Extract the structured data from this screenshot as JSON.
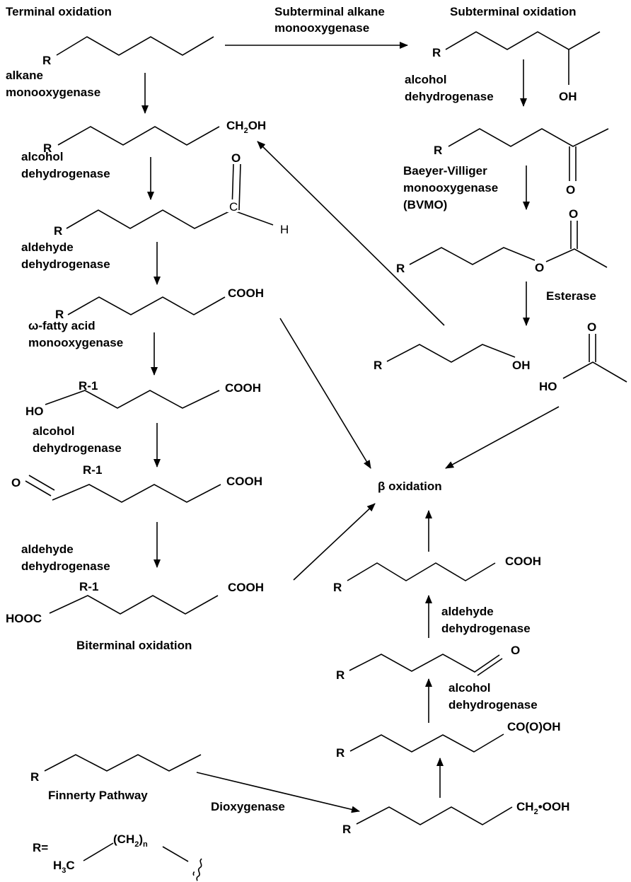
{
  "labels": {
    "terminal_oxidation": "Terminal oxidation",
    "subterminal_alkane_mono_1": "Subterminal alkane",
    "subterminal_alkane_mono_2": "monooxygenase",
    "subterminal_oxidation": "Subterminal oxidation",
    "alkane_mono_1": "alkane",
    "alkane_mono_2": "monooxygenase",
    "adh1_1": "alcohol",
    "adh1_2": "dehydrogenase",
    "ald1_1": "aldehyde",
    "ald1_2": "dehydrogenase",
    "omega_1": "ω-fatty acid",
    "omega_2": "monooxygenase",
    "adh2_1": "alcohol",
    "adh2_2": "dehydrogenase",
    "ald2_1": "aldehyde",
    "ald2_2": "dehydrogenase",
    "biterminal_oxidation": "Biterminal oxidation",
    "adh3_1": "alcohol",
    "adh3_2": "dehydrogenase",
    "bvmo_1": "Baeyer-Villiger",
    "bvmo_2": "monooxygenase",
    "bvmo_3": "(BVMO)",
    "esterase": "Esterase",
    "beta_oxidation": "β oxidation",
    "ald3_1": "aldehyde",
    "ald3_2": "dehydrogenase",
    "adh4_1": "alcohol",
    "adh4_2": "dehydrogenase",
    "finnerty": "Finnerty Pathway",
    "dioxygenase": "Dioxygenase",
    "r_def": "R="
  },
  "atoms": {
    "R": "R",
    "R1": "R-1",
    "O": "O",
    "H": "H",
    "C": "C",
    "OH": "OH",
    "HO": "HO",
    "COOH": "COOH",
    "HOOC": "HOOC",
    "CH2OH_a": "CH",
    "CH2OH_sub": "2",
    "CH2OH_b": "OH",
    "COOOH": "CO(O)OH",
    "CH2OOH_a": "CH",
    "CH2OOH_sub": "2",
    "CH2OOH_b": "•OOH",
    "H3C_a": "H",
    "H3C_sub": "3",
    "H3C_b": "C",
    "CH2n_a": "(CH",
    "CH2n_sub": "2",
    "CH2n_b": ")",
    "CH2n_n": "n"
  }
}
